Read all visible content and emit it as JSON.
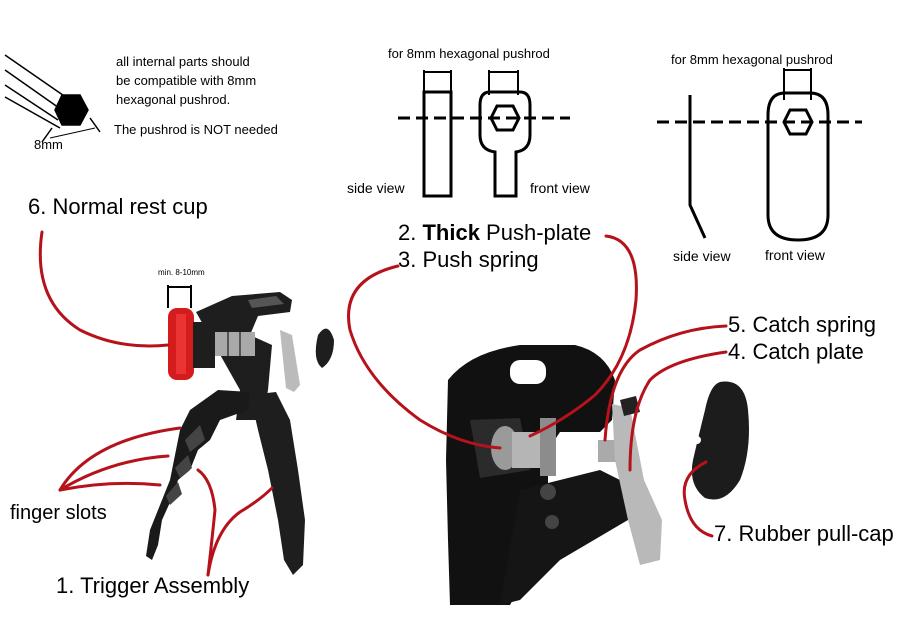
{
  "notes": {
    "line1": "all internal parts should",
    "line2": "be compatible with 8mm",
    "line3": "hexagonal pushrod.",
    "pushrod_note": "The pushrod is NOT needed",
    "dim_8mm": "8mm"
  },
  "views": {
    "pushrod_label_1": "for 8mm hexagonal pushrod",
    "pushrod_label_2": "for 8mm hexagonal pushrod",
    "side_view_1": "side view",
    "front_view_1": "front view",
    "side_view_2": "side view",
    "front_view_2": "front view"
  },
  "parts": {
    "p6": "6. Normal rest cup",
    "p2_num": "2. ",
    "p2_bold": "Thick",
    "p2_rest": " Push-plate",
    "p3": "3. Push spring",
    "p5": "5. Catch spring",
    "p4": "4. Catch plate",
    "p7": "7. Rubber pull-cap",
    "p1": "1. Trigger Assembly",
    "finger_slots": "finger slots",
    "min_gap": "min. 8-10mm"
  },
  "colors": {
    "callout": "#b5121b",
    "tool_body": "#1e1e1e",
    "rest_cup": "#d41c1c",
    "metal": "#a9a9a9"
  }
}
